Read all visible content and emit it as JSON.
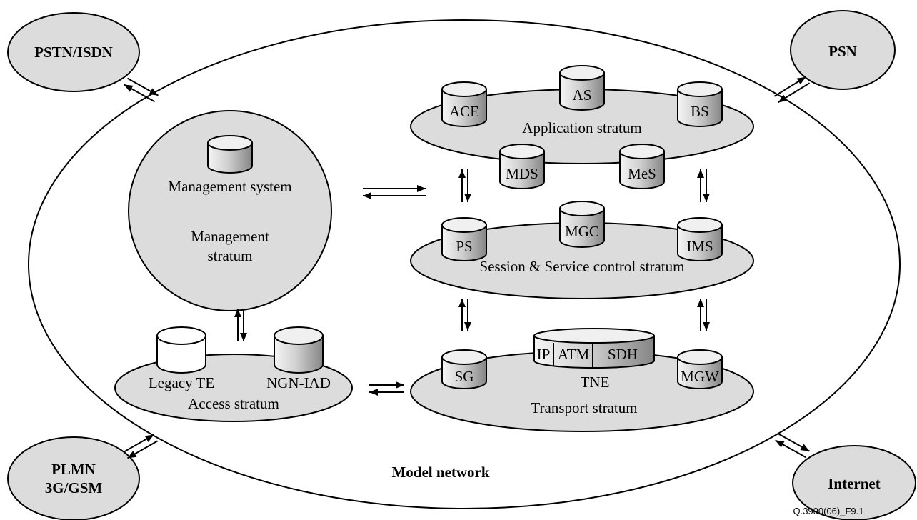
{
  "external": {
    "pstn": "PSTN/ISDN",
    "psn": "PSN",
    "plmn_line1": "PLMN",
    "plmn_line2": "3G/GSM",
    "internet": "Internet"
  },
  "model_network_label": "Model network",
  "figure_code": "Q.3900(06)_F9.1",
  "management": {
    "system_label": "Management system",
    "stratum_line1": "Management",
    "stratum_line2": "stratum"
  },
  "application": {
    "label": "Application stratum",
    "nodes": [
      "ACE",
      "AS",
      "BS",
      "MDS",
      "MeS"
    ]
  },
  "session": {
    "label": "Session & Service control stratum",
    "nodes": [
      "PS",
      "MGC",
      "IMS"
    ]
  },
  "transport": {
    "label": "Transport stratum",
    "nodes": [
      "SG",
      "MGW"
    ],
    "tne_label": "TNE",
    "tne_parts": [
      "IP",
      "ATM",
      "SDH"
    ]
  },
  "access": {
    "label": "Access stratum",
    "nodes": [
      "Legacy TE",
      "NGN-IAD"
    ]
  },
  "colors": {
    "gray_fill": "#dcdcdc",
    "cylinder_light": "#f4f4f4",
    "cylinder_dark": "#8a8a8a",
    "stroke": "#000000"
  }
}
